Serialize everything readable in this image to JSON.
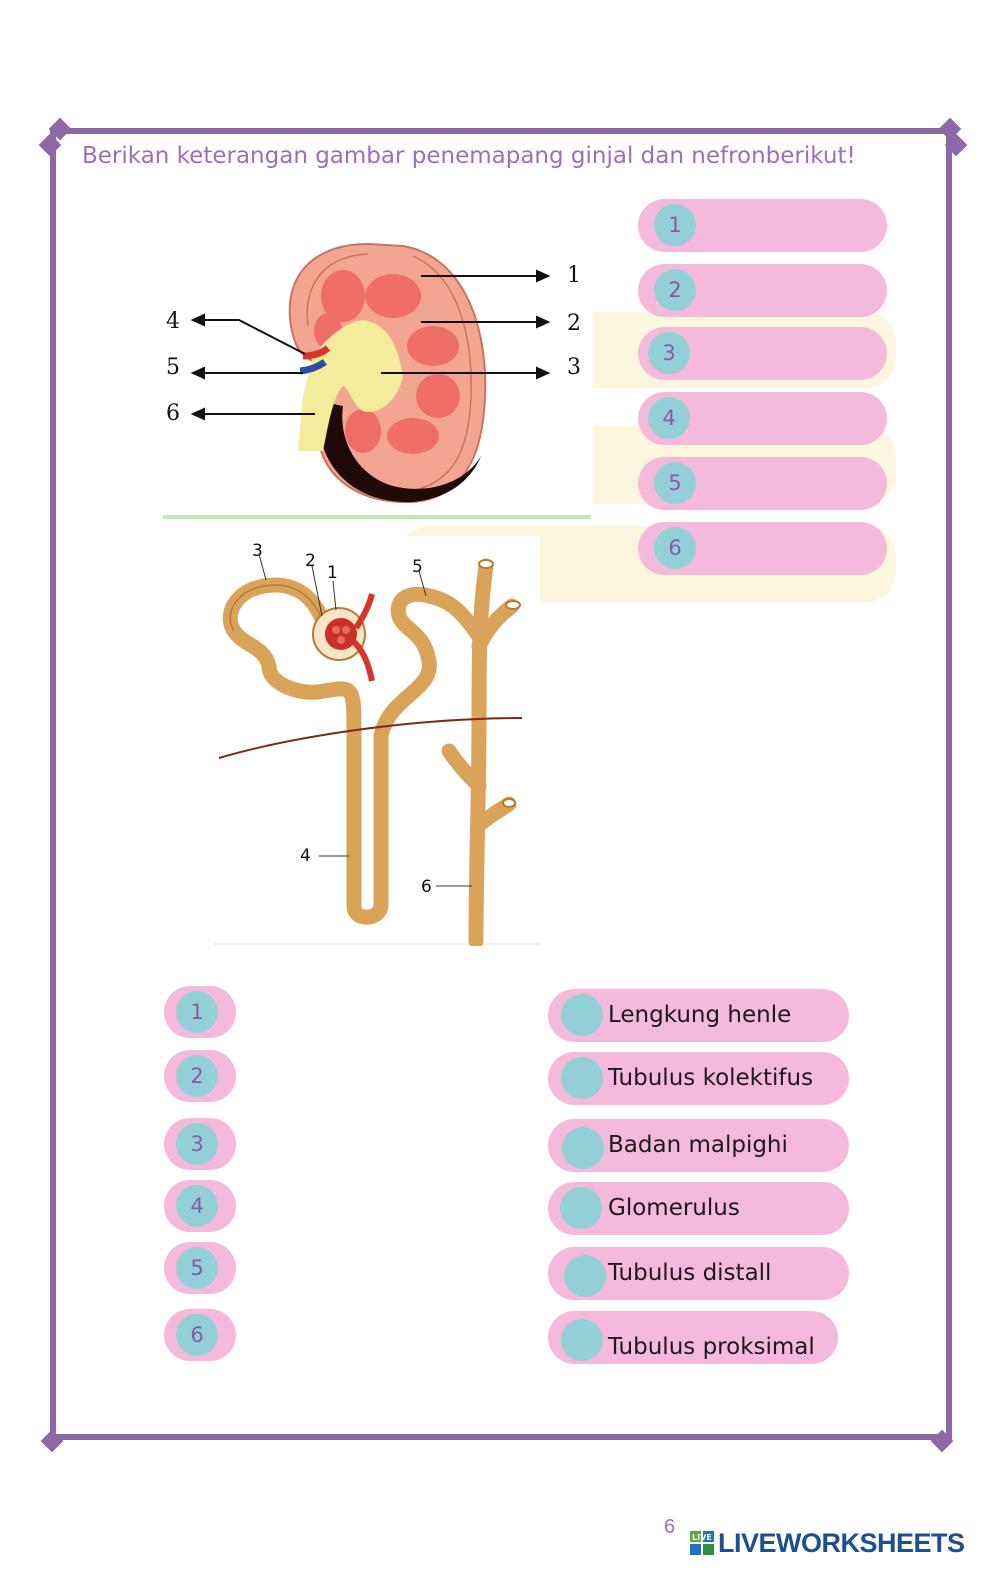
{
  "instruction": "Berikan keterangan gambar penemapang ginjal dan nefronberikut!",
  "kidney_labels": [
    "1",
    "2",
    "3",
    "4",
    "5",
    "6"
  ],
  "nephron_labels": [
    "1",
    "2",
    "3",
    "4",
    "5",
    "6"
  ],
  "top_answers": [
    {
      "number": "1",
      "text": ""
    },
    {
      "number": "2",
      "text": ""
    },
    {
      "number": "3",
      "text": ""
    },
    {
      "number": "4",
      "text": ""
    },
    {
      "number": "5",
      "text": ""
    },
    {
      "number": "6",
      "text": ""
    }
  ],
  "bottom_numbers": [
    "1",
    "2",
    "3",
    "4",
    "5",
    "6"
  ],
  "bottom_options": [
    "Lengkung henle",
    "Tubulus kolektifus",
    "Badan malpighi",
    "Glomerulus",
    "Tubulus distall",
    "Tubulus proksimal"
  ],
  "page_number": "6",
  "brand": {
    "logo_letters": "LIVE",
    "name": "LIVEWORKSHEETS",
    "color": "#1e4f8f"
  },
  "colors": {
    "frame": "#8e68a6",
    "pill": "#f5b9dc",
    "dot": "#93cfd6",
    "instruction_text": "#9b70b5"
  }
}
